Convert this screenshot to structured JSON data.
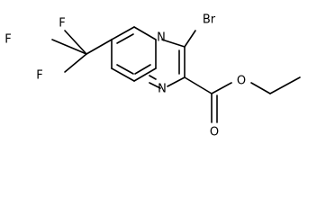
{
  "molecule": {
    "atoms": {
      "bromine": "Br",
      "ring_nitrogen_bridgehead": "N",
      "ring_nitrogen_imine": "N",
      "ester_carbonyl_oxygen": "O",
      "ester_ether_oxygen": "O",
      "fluorine_top": "F",
      "fluorine_left": "F",
      "fluorine_bottom": "F"
    }
  }
}
